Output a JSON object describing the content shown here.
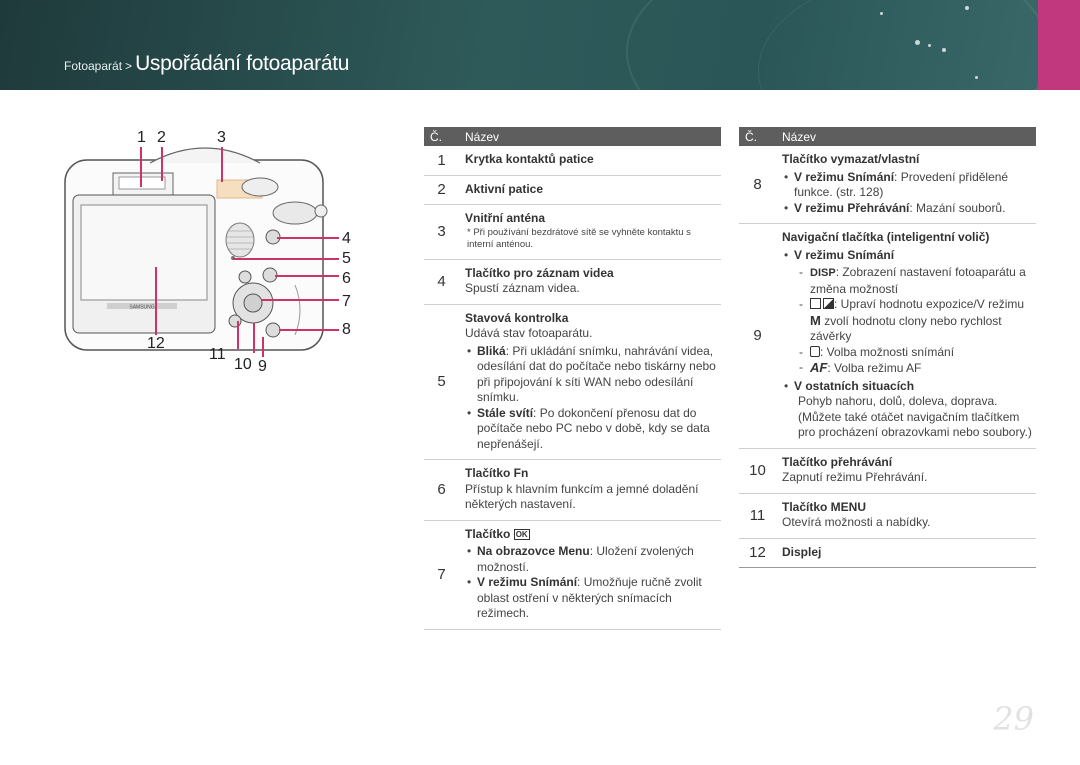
{
  "header": {
    "breadcrumb_parent": "Fotoaparát",
    "breadcrumb_sep": ">",
    "title": "Uspořádání fotoaparátu"
  },
  "figure": {
    "callouts": [
      "1",
      "2",
      "3",
      "4",
      "5",
      "6",
      "7",
      "8",
      "9",
      "10",
      "11",
      "12"
    ],
    "brand": "SAMSUNG"
  },
  "left_table": {
    "col_no": "Č.",
    "col_name": "Název",
    "rows": [
      {
        "no": "1",
        "title": "Krytka kontaktů patice"
      },
      {
        "no": "2",
        "title": "Aktivní patice"
      },
      {
        "no": "3",
        "title": "Vnitřní anténa",
        "note": "* Při používání bezdrátové sítě se vyhněte kontaktu s interní anténou."
      },
      {
        "no": "4",
        "title": "Tlačítko pro záznam videa",
        "desc": "Spustí záznam videa."
      },
      {
        "no": "5",
        "title": "Stavová kontrolka",
        "desc": "Udává stav fotoaparátu.",
        "b1_label": "Bliká",
        "b1_text": ": Při ukládání snímku, nahrávání videa, odesílání dat do počítače nebo tiskárny nebo při připojování k síti WAN nebo odesílání snímku.",
        "b2_label": "Stále svítí",
        "b2_text": ": Po dokončení přenosu dat do počítače nebo PC nebo v době, kdy se data nepřenášejí."
      },
      {
        "no": "6",
        "title": "Tlačítko Fn",
        "desc": "Přístup k hlavním funkcím a jemné doladění některých nastavení."
      },
      {
        "no": "7",
        "title": "Tlačítko",
        "title_icon": "OK",
        "b1_label": "Na obrazovce Menu",
        "b1_text": ": Uložení zvolených možností.",
        "b2_label": "V režimu Snímání",
        "b2_text": ": Umožňuje ručně zvolit oblast ostření v některých snímacích režimech."
      }
    ]
  },
  "right_table": {
    "col_no": "Č.",
    "col_name": "Název",
    "rows": [
      {
        "no": "8",
        "title": "Tlačítko vymazat/vlastní",
        "b1_label": "V režimu Snímání",
        "b1_text": ": Provedení přidělené funkce. (str. 128)",
        "b2_label": "V režimu Přehrávání",
        "b2_text": ": Mazání souborů."
      },
      {
        "no": "9",
        "title": "Navigační tlačítka (inteligentní volič)",
        "b1_label": "V režimu Snímání",
        "d1_icon": "DISP",
        "d1_text": ": Zobrazení nastavení fotoaparátu a změna možností",
        "d2_text_a": ": Upraví hodnotu expozice/V režimu",
        "d2_icon_m": "M",
        "d2_text_b": "zvolí hodnotu clony nebo rychlost závěrky",
        "d3_text": ": Volba možnosti snímání",
        "d4_icon": "AF",
        "d4_text": ": Volba režimu AF",
        "b2_label": "V ostatních situacích",
        "b2_text": "Pohyb nahoru, dolů, doleva, doprava. (Můžete také otáčet navigačním tlačítkem pro procházení obrazovkami nebo soubory.)"
      },
      {
        "no": "10",
        "title": "Tlačítko přehrávání",
        "desc": "Zapnutí režimu Přehrávání."
      },
      {
        "no": "11",
        "title": "Tlačítko MENU",
        "desc": "Otevírá možnosti a nabídky."
      },
      {
        "no": "12",
        "title": "Displej"
      }
    ]
  },
  "page_number": "29",
  "colors": {
    "header_bg": "#2c5556",
    "accent_pink": "#c2387f",
    "table_header": "#5e5e5e",
    "leader": "#cc3366"
  }
}
